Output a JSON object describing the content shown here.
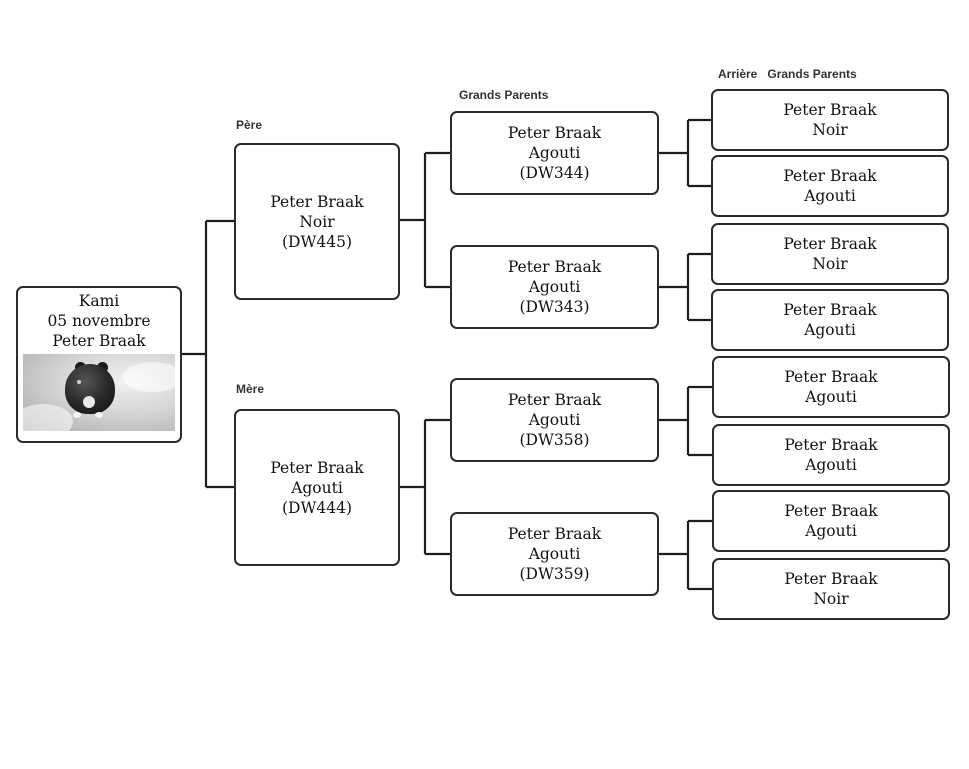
{
  "headings": {
    "pere": "Père",
    "mere": "Mère",
    "grands_parents": "Grands Parents",
    "arriere_grands_parents": "Arrière   Grands Parents"
  },
  "subject": {
    "name": "Kami",
    "date": "05 novembre",
    "breeder": "Peter Braak",
    "photo": "hamster-photo"
  },
  "parents": {
    "pere": {
      "breeder": "Peter Braak",
      "color": "Noir",
      "id": "(DW445)"
    },
    "mere": {
      "breeder": "Peter Braak",
      "color": "Agouti",
      "id": "(DW444)"
    }
  },
  "grandparents": [
    {
      "breeder": "Peter Braak",
      "color": "Agouti",
      "id": "(DW344)"
    },
    {
      "breeder": "Peter Braak",
      "color": "Agouti",
      "id": "(DW343)"
    },
    {
      "breeder": "Peter Braak",
      "color": "Agouti",
      "id": "(DW358)"
    },
    {
      "breeder": "Peter Braak",
      "color": "Agouti",
      "id": "(DW359)"
    }
  ],
  "great_grandparents": [
    {
      "breeder": "Peter Braak",
      "color": "Noir"
    },
    {
      "breeder": "Peter Braak",
      "color": "Agouti"
    },
    {
      "breeder": "Peter Braak",
      "color": "Noir"
    },
    {
      "breeder": "Peter Braak",
      "color": "Agouti"
    },
    {
      "breeder": "Peter Braak",
      "color": "Agouti"
    },
    {
      "breeder": "Peter Braak",
      "color": "Agouti"
    },
    {
      "breeder": "Peter Braak",
      "color": "Agouti"
    },
    {
      "breeder": "Peter Braak",
      "color": "Noir"
    }
  ]
}
